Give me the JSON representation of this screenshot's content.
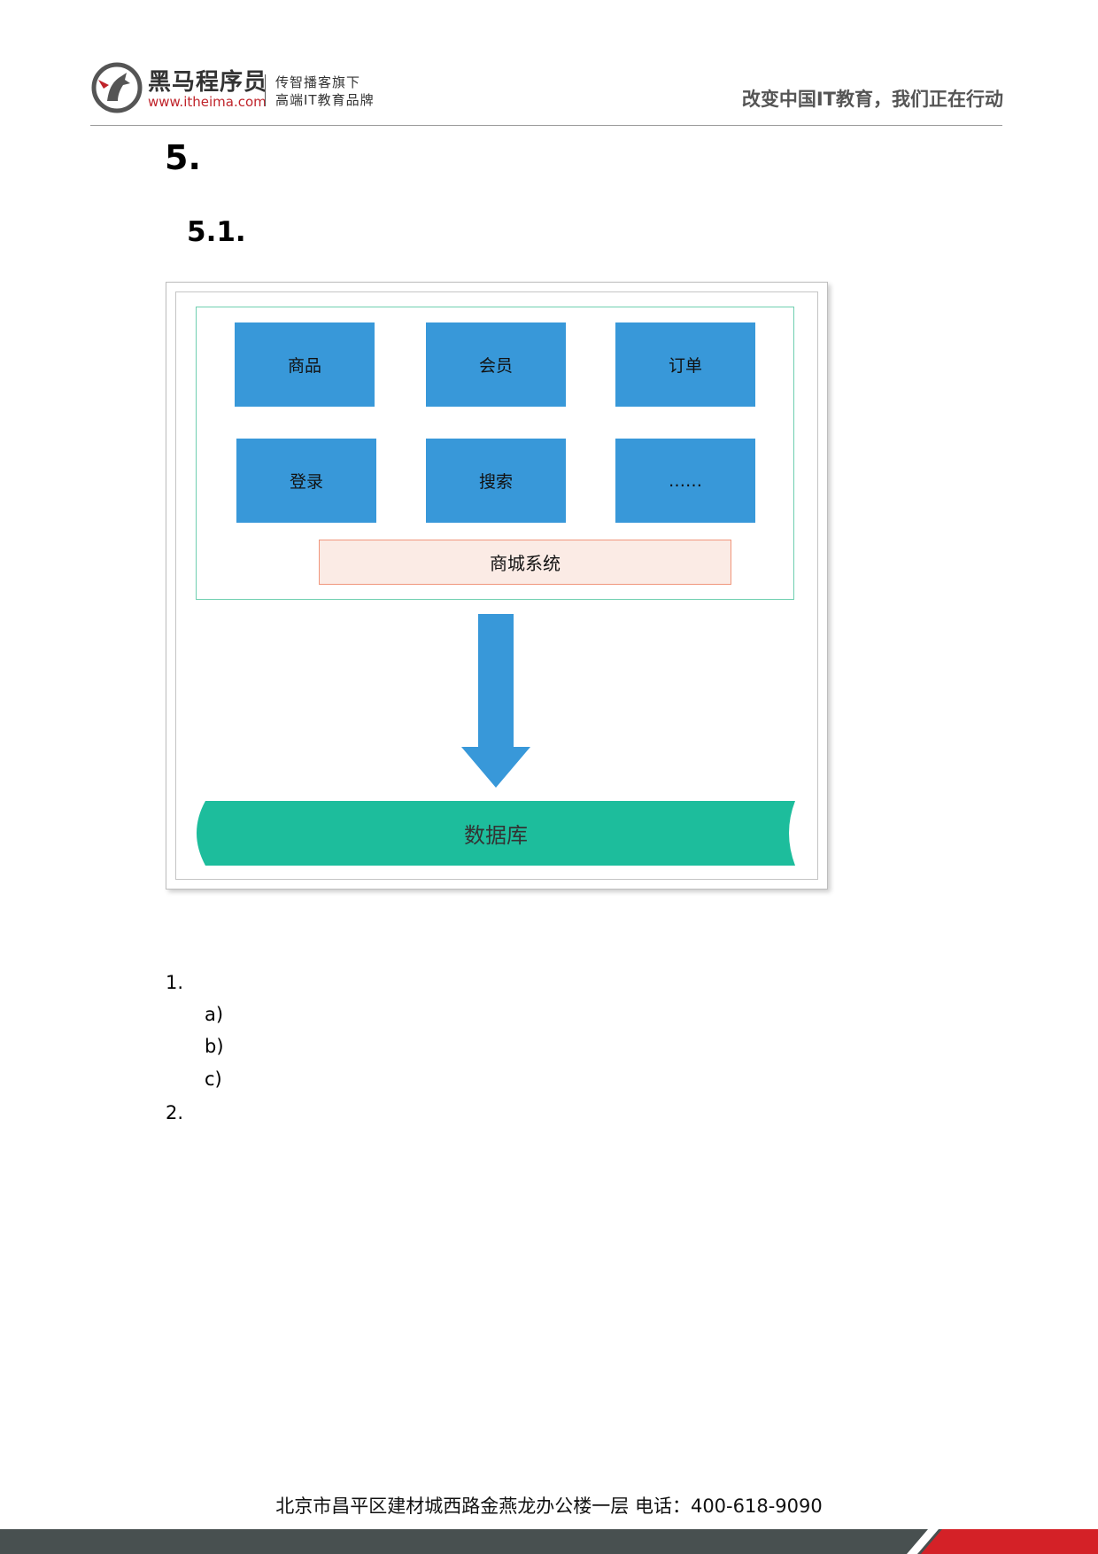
{
  "header": {
    "brand_cn": "黑马程序员",
    "brand_url": "www.itheima.com",
    "slogan_line1": "传智播客旗下",
    "slogan_line2": "高端IT教育品牌",
    "motto": "改变中国IT教育，我们正在行动"
  },
  "headings": {
    "h1": "5.",
    "h2": "5.1."
  },
  "diagram": {
    "modules": [
      "商品",
      "会员",
      "订单",
      "登录",
      "搜索",
      "……"
    ],
    "system_label": "商城系统",
    "database_label": "数据库",
    "colors": {
      "module": "#3898d9",
      "database": "#1dbd9c",
      "system_fill": "#fbebe5",
      "system_border": "#f0967c"
    }
  },
  "list": {
    "items": [
      "1.",
      "2."
    ],
    "subitems": [
      "a)",
      "b)",
      "c)"
    ]
  },
  "footer": {
    "address": "北京市昌平区建材城西路金燕龙办公楼一层   电话：400-618-9090",
    "bar_color": "#485050",
    "accent_color": "#d42127"
  }
}
